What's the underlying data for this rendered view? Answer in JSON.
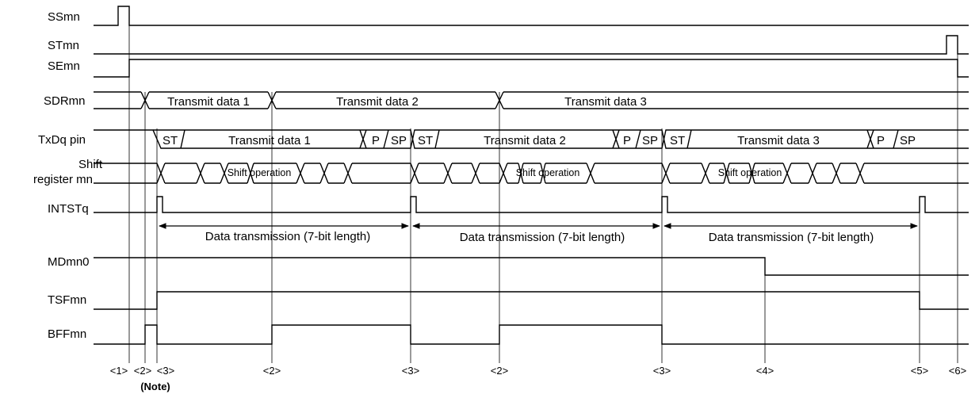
{
  "signals": {
    "ssmn": "SSmn",
    "stmn": "STmn",
    "semn": "SEmn",
    "sdrmn": "SDRmn",
    "txdq": "TxDq pin",
    "shift_line1": "Shift",
    "shift_line2": "register mn",
    "intstq": "INTSTq",
    "mdmn0": "MDmn0",
    "tsfmn": "TSFmn",
    "bffmn": "BFFmn"
  },
  "sdr_data": [
    "Transmit data 1",
    "Transmit data 2",
    "Transmit data 3"
  ],
  "frames": [
    {
      "start": "ST",
      "data": "Transmit data 1",
      "parity": "P",
      "stop": "SP"
    },
    {
      "start": "ST",
      "data": "Transmit data 2",
      "parity": "P",
      "stop": "SP"
    },
    {
      "start": "ST",
      "data": "Transmit data 3",
      "parity": "P",
      "stop": "SP"
    }
  ],
  "shift_label": "Shift operation",
  "transmission_label": "Data transmission (7-bit length)",
  "steps": [
    "<1>",
    "<2>",
    "<3>",
    "<2>",
    "<3>",
    "<2>",
    "<3>",
    "<4>",
    "<5>",
    "<6>"
  ],
  "note": "(Note)"
}
